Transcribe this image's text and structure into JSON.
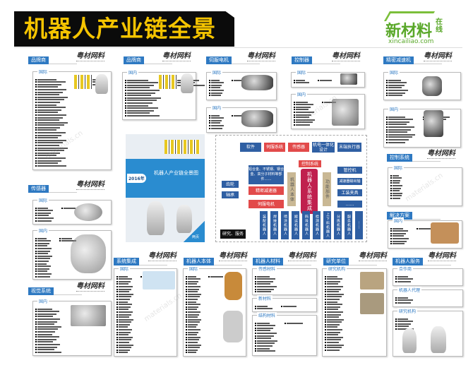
{
  "title": "机器人产业链全景图",
  "logo": {
    "name": "新材料",
    "suffix": "在线",
    "url": "xincailiao.com"
  },
  "brand_mark": "粤材网料",
  "watermark": "materials.cn",
  "sections": {
    "brand1": "品牌商",
    "brand2": "品牌商",
    "servo": "伺服电机",
    "controller": "控制器",
    "reducer": "精密减速机",
    "sensor": "传感器",
    "vision": "视觉系统",
    "control_sys": "控制系统",
    "solution": "解决方案",
    "integration": "系统集成",
    "body": "机器人本体",
    "material": "机器人材料",
    "research": "研究单位",
    "service": "机器人服务"
  },
  "sub": {
    "intl": "国际",
    "domestic": "国内",
    "coop": "合作商",
    "robot_service": "机器人代理",
    "research_inst": "研究机构",
    "drive_mat": "传感材料",
    "struct_mat": "结构材料",
    "new_mat": "新材料"
  },
  "cover": {
    "year": "2016年",
    "title": "机器人产业链全景图",
    "tag": "两页"
  },
  "diagram": {
    "top": [
      "软件",
      "伺服系统",
      "传感器",
      "机电一体化设计",
      "末端执行器"
    ],
    "control": "控制系统",
    "materials": "铝合金、不锈钢、钢合金、高分子材料等部件……",
    "left": [
      "齿轮",
      "轴承"
    ],
    "reducer": "精密减速器",
    "motor": "伺服电机",
    "body": "机器人本体",
    "core": "机器人系统集成",
    "func": "功能部件",
    "right": [
      "管控机",
      "减速器输出轴",
      "工装夹具",
      "……"
    ],
    "bottom": [
      "装配机器人",
      "焊接机器人",
      "喷涂机器人",
      "搬运机器人",
      "码垛机器人",
      "检测机器人",
      "上下料机器人",
      "分拣机器人",
      "服务机器人",
      "……"
    ],
    "research": "研究、服务"
  }
}
